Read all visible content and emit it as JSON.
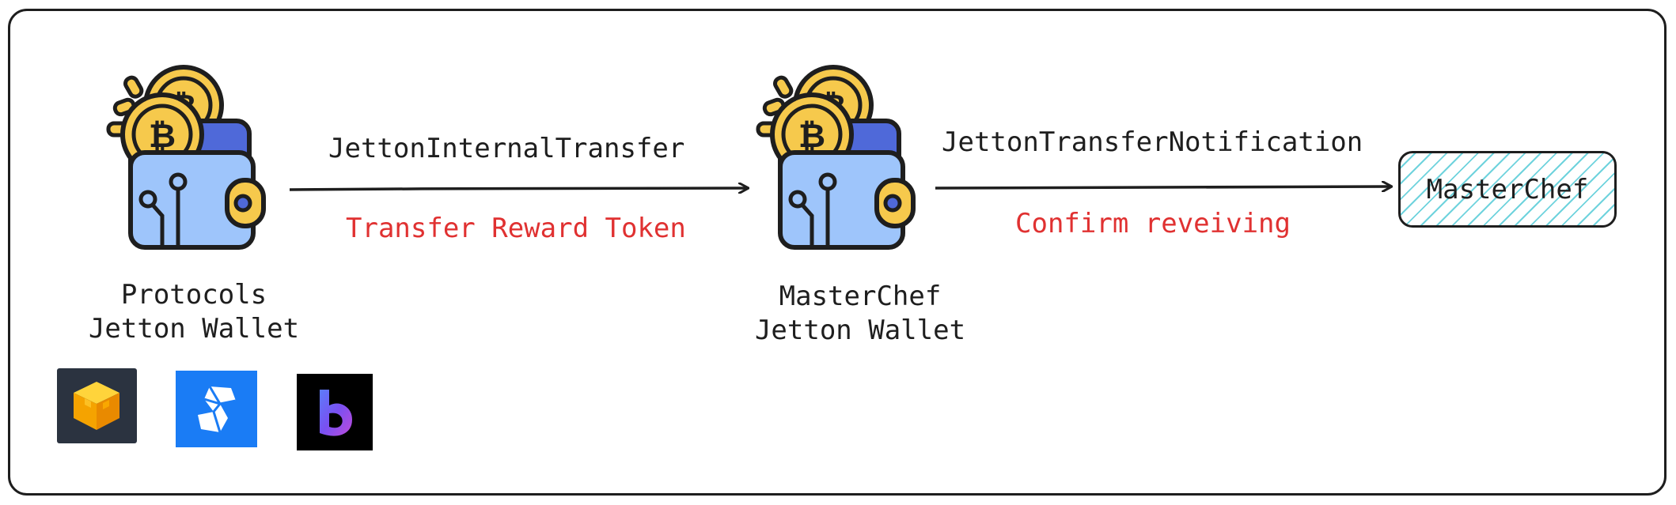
{
  "nodes": {
    "protocols_wallet": {
      "line1": "Protocols",
      "line2": "Jetton Wallet"
    },
    "masterchef_wallet": {
      "line1": "MasterChef",
      "line2": "Jetton Wallet"
    },
    "masterchef_box": {
      "label": "MasterChef"
    }
  },
  "edges": [
    {
      "message": "JettonInternalTransfer",
      "description": "Transfer Reward Token"
    },
    {
      "message": "JettonTransferNotification",
      "description": "Confirm reveiving"
    }
  ],
  "icons": {
    "wallet": "wallet-with-bitcoin-icon",
    "logos": [
      "yellow-cube-logo",
      "blue-crystal-logo",
      "purple-b-logo"
    ]
  },
  "colors": {
    "stroke": "#1e1e1e",
    "description_text": "#e03131",
    "wallet_blue": "#9ec5fb",
    "coin_gold": "#f6c94c",
    "box_hatch": "#6fd3dd"
  }
}
